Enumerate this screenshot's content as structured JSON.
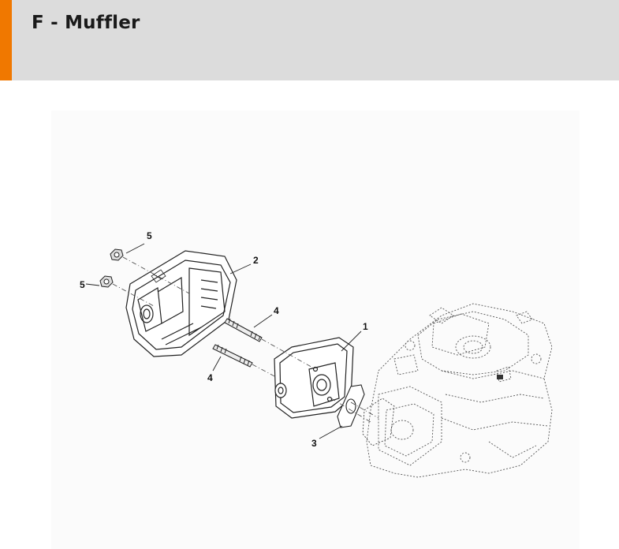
{
  "header": {
    "title": "F - Muffler",
    "accent_color": "#f07800",
    "background_color": "#dcdcdc"
  },
  "diagram": {
    "callouts": [
      {
        "label": "1"
      },
      {
        "label": "2"
      },
      {
        "label": "3"
      },
      {
        "label": "4"
      },
      {
        "label": "4"
      },
      {
        "label": "5"
      },
      {
        "label": "5"
      }
    ]
  }
}
